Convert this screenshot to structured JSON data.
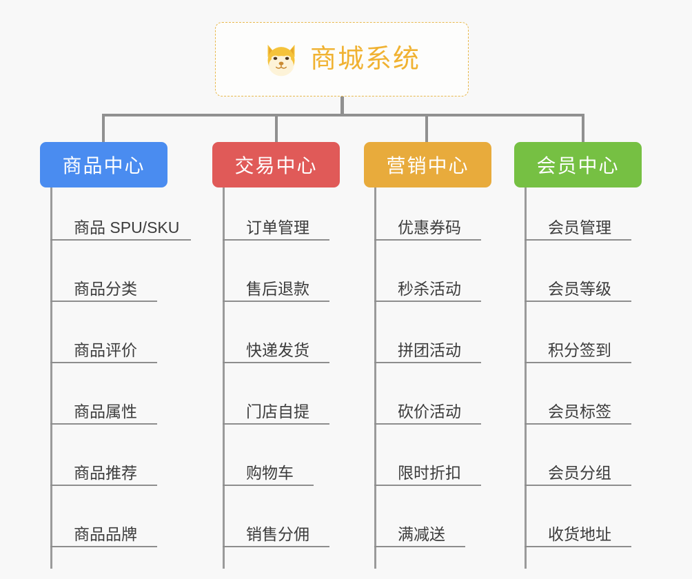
{
  "background_color": "#f8f8f8",
  "root": {
    "title": "商城系统",
    "icon": "shiba-dog-icon",
    "border_color": "#e8b84b",
    "text_color": "#f0b232",
    "fill_color": "#fdfdfc"
  },
  "connector_color": "#909090",
  "columns": [
    {
      "title": "商品中心",
      "color": "#4a8cf0",
      "items": [
        "商品 SPU/SKU",
        "商品分类",
        "商品评价",
        "商品属性",
        "商品推荐",
        "商品品牌"
      ]
    },
    {
      "title": "交易中心",
      "color": "#e05a58",
      "items": [
        "订单管理",
        "售后退款",
        "快递发货",
        "门店自提",
        "购物车",
        "销售分佣"
      ]
    },
    {
      "title": "营销中心",
      "color": "#e8ab3c",
      "items": [
        "优惠券码",
        "秒杀活动",
        "拼团活动",
        "砍价活动",
        "限时折扣",
        "满减送"
      ]
    },
    {
      "title": "会员中心",
      "color": "#76c043",
      "items": [
        "会员管理",
        "会员等级",
        "积分签到",
        "会员标签",
        "会员分组",
        "收货地址"
      ]
    }
  ]
}
